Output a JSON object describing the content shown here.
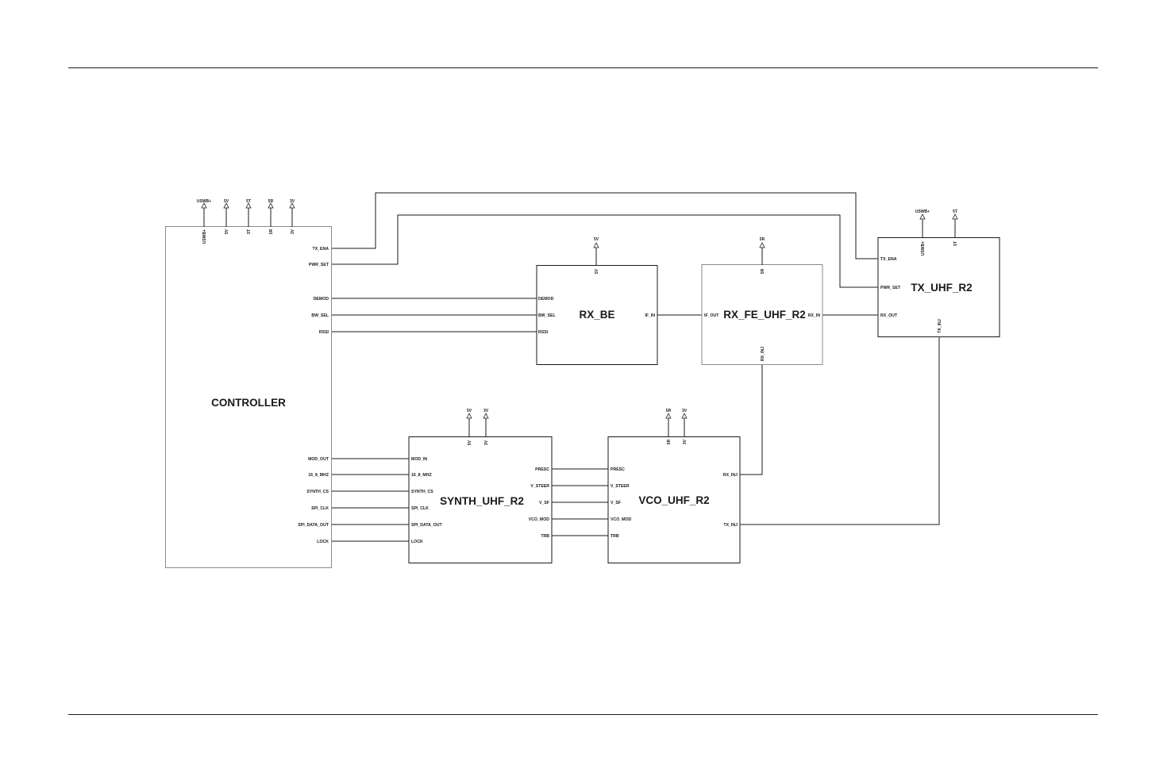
{
  "blocks": {
    "controller": "CONTROLLER",
    "rx_be": "RX_BE",
    "rx_fe": "RX_FE_UHF_R2",
    "tx": "TX_UHF_R2",
    "synth": "SYNTH_UHF_R2",
    "vco": "VCO_UHF_R2"
  },
  "controller_pins": {
    "tx_ena": "TX_ENA",
    "pwr_set": "PWR_SET",
    "demod": "DEMOD",
    "bw_sel": "BW_SEL",
    "rssi": "RSSI",
    "mod_out": "MOD_OUT",
    "mhz": "16_8_MHZ",
    "synth_cs": "SYNTH_CS",
    "spi_clk": "SPI_CLK",
    "spi_data_out": "SPI_DATA_OUT",
    "lock": "LOCK"
  },
  "controller_rails": [
    "USWB+",
    "5V",
    "5T",
    "5R",
    "3V"
  ],
  "rx_be_pins": {
    "demod": "DEMOD",
    "bw_sel": "BW_SEL",
    "rssi": "RSSI",
    "if_in": "IF_IN",
    "rail": "5V"
  },
  "rx_fe_pins": {
    "if_out": "IF_OUT",
    "rx_in": "RX_IN",
    "rx_inj": "RX_INJ",
    "rail": "5R"
  },
  "tx_pins": {
    "tx_ena": "TX_ENA",
    "pwr_set": "PWR_SET",
    "rx_out": "RX_OUT",
    "tx_inj": "TX_INJ",
    "rails": [
      "USWB+",
      "5T"
    ]
  },
  "synth_pins": {
    "mod_in": "MOD_IN",
    "mhz": "16_8_MHZ",
    "synth_cs": "SYNTH_CS",
    "spi_clk": "SPI_CLK",
    "spi_data_out": "SPI_DATA_OUT",
    "lock": "LOCK",
    "presc": "PRESC",
    "v_steer": "V_STEER",
    "v_sf": "V_SF",
    "vco_mod": "VCO_MOD",
    "trb": "TRB",
    "rails": [
      "5V",
      "3V"
    ]
  },
  "vco_pins": {
    "presc": "PRESC",
    "v_steer": "V_STEER",
    "v_sf": "V_SF",
    "vco_mod": "VCO_MOD",
    "trb": "TRB",
    "rx_inj": "RX_INJ",
    "tx_inj": "TX_INJ",
    "rails": [
      "5R",
      "3V"
    ]
  }
}
